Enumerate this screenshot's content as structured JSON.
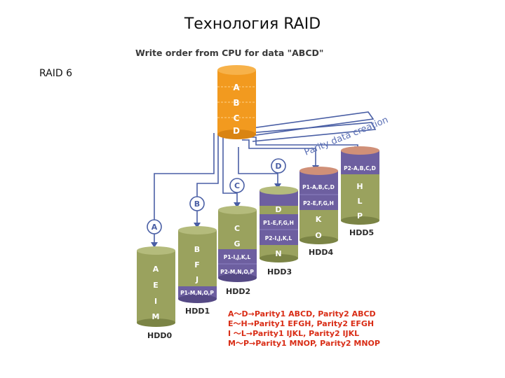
{
  "slide": {
    "title": "Технология RAID",
    "subtitle": "RAID 6"
  },
  "diagram": {
    "header": "Write order from CPU for data \"ABCD\"",
    "source_blocks": [
      "A",
      "B",
      "C",
      "D"
    ],
    "parity_label": "Parity data creation",
    "write_markers": [
      "A",
      "B",
      "C",
      "D"
    ],
    "disks": [
      {
        "name": "HDD0",
        "blocks": [
          "A",
          "E",
          "I",
          "M"
        ],
        "parity": []
      },
      {
        "name": "HDD1",
        "blocks": [
          "B",
          "F",
          "J"
        ],
        "parity": [
          "P1-M,N,O,P"
        ]
      },
      {
        "name": "HDD2",
        "blocks": [
          "C",
          "G"
        ],
        "parity": [
          "P1-I,J,K,L",
          "P2-M,N,O,P"
        ]
      },
      {
        "name": "HDD3",
        "blocks": [
          "D",
          "N"
        ],
        "parity": [
          "P1-E,F,G,H",
          "P2-I,J,K,L"
        ]
      },
      {
        "name": "HDD4",
        "blocks": [
          "K",
          "O"
        ],
        "parity": [
          "P1-A,B,C,D",
          "P2-E,F,G,H"
        ]
      },
      {
        "name": "HDD5",
        "blocks": [
          "H",
          "L",
          "P"
        ],
        "parity": [
          "P2-A,B,C,D"
        ]
      }
    ],
    "legend": [
      "A～D→Parity1 ABCD,  Parity2 ABCD",
      "E～H→Parity1 EFGH,  Parity2 EFGH",
      "I ～L→Parity1 IJKL,  Parity2 IJKL",
      "M～P→Parity1 MNOP, Parity2 MNOP"
    ],
    "colors": {
      "orange": "#f29a1f",
      "orange_dark": "#c56d0a",
      "green": "#9aa25e",
      "green_dark": "#6f7a3c",
      "purple": "#6d5fa0",
      "cap_pink": "#d09078",
      "label_blue": "#3a5fa8",
      "legend_red": "#d92d16"
    }
  }
}
